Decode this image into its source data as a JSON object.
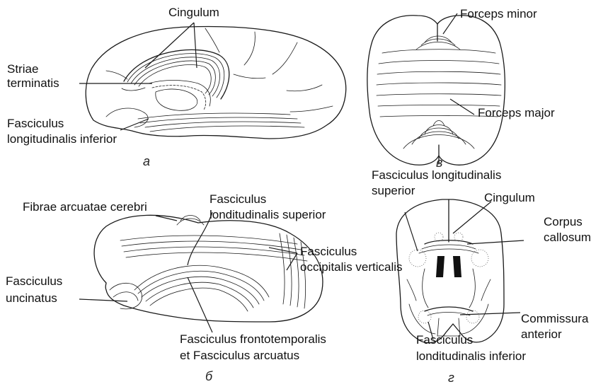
{
  "panels": {
    "a": {
      "letter": "а",
      "labels": {
        "cingulum": "Cingulum",
        "striae_1": "Striae",
        "striae_2": "terminatis",
        "fli_1": "Fasciculus",
        "fli_2": "longitudinalis inferior"
      }
    },
    "b": {
      "letter": "б",
      "labels": {
        "fibrae": "Fibrae arcuatae cerebri",
        "fls_1": "Fasciculus",
        "fls_2": "londitudinalis superior",
        "fov_1": "Fasciculus",
        "fov_2": "occipitalis verticalis",
        "unc_1": "Fasciculus",
        "unc_2": "uncinatus",
        "fft_1": "Fasciculus frontotemporalis",
        "fft_2": "et Fasciculus arcuatus"
      }
    },
    "v": {
      "letter": "в",
      "labels": {
        "minor": "Forceps minor",
        "major": "Forceps major"
      }
    },
    "g": {
      "letter": "г",
      "labels": {
        "fls_1": "Fasciculus longitudinalis",
        "fls_2": "superior",
        "cingulum": "Cingulum",
        "cc_1": "Corpus",
        "cc_2": "callosum",
        "ca_1": "Commissura",
        "ca_2": "anterior",
        "fli_1": "Fasciculus",
        "fli_2": "londitudinalis inferior"
      }
    }
  }
}
